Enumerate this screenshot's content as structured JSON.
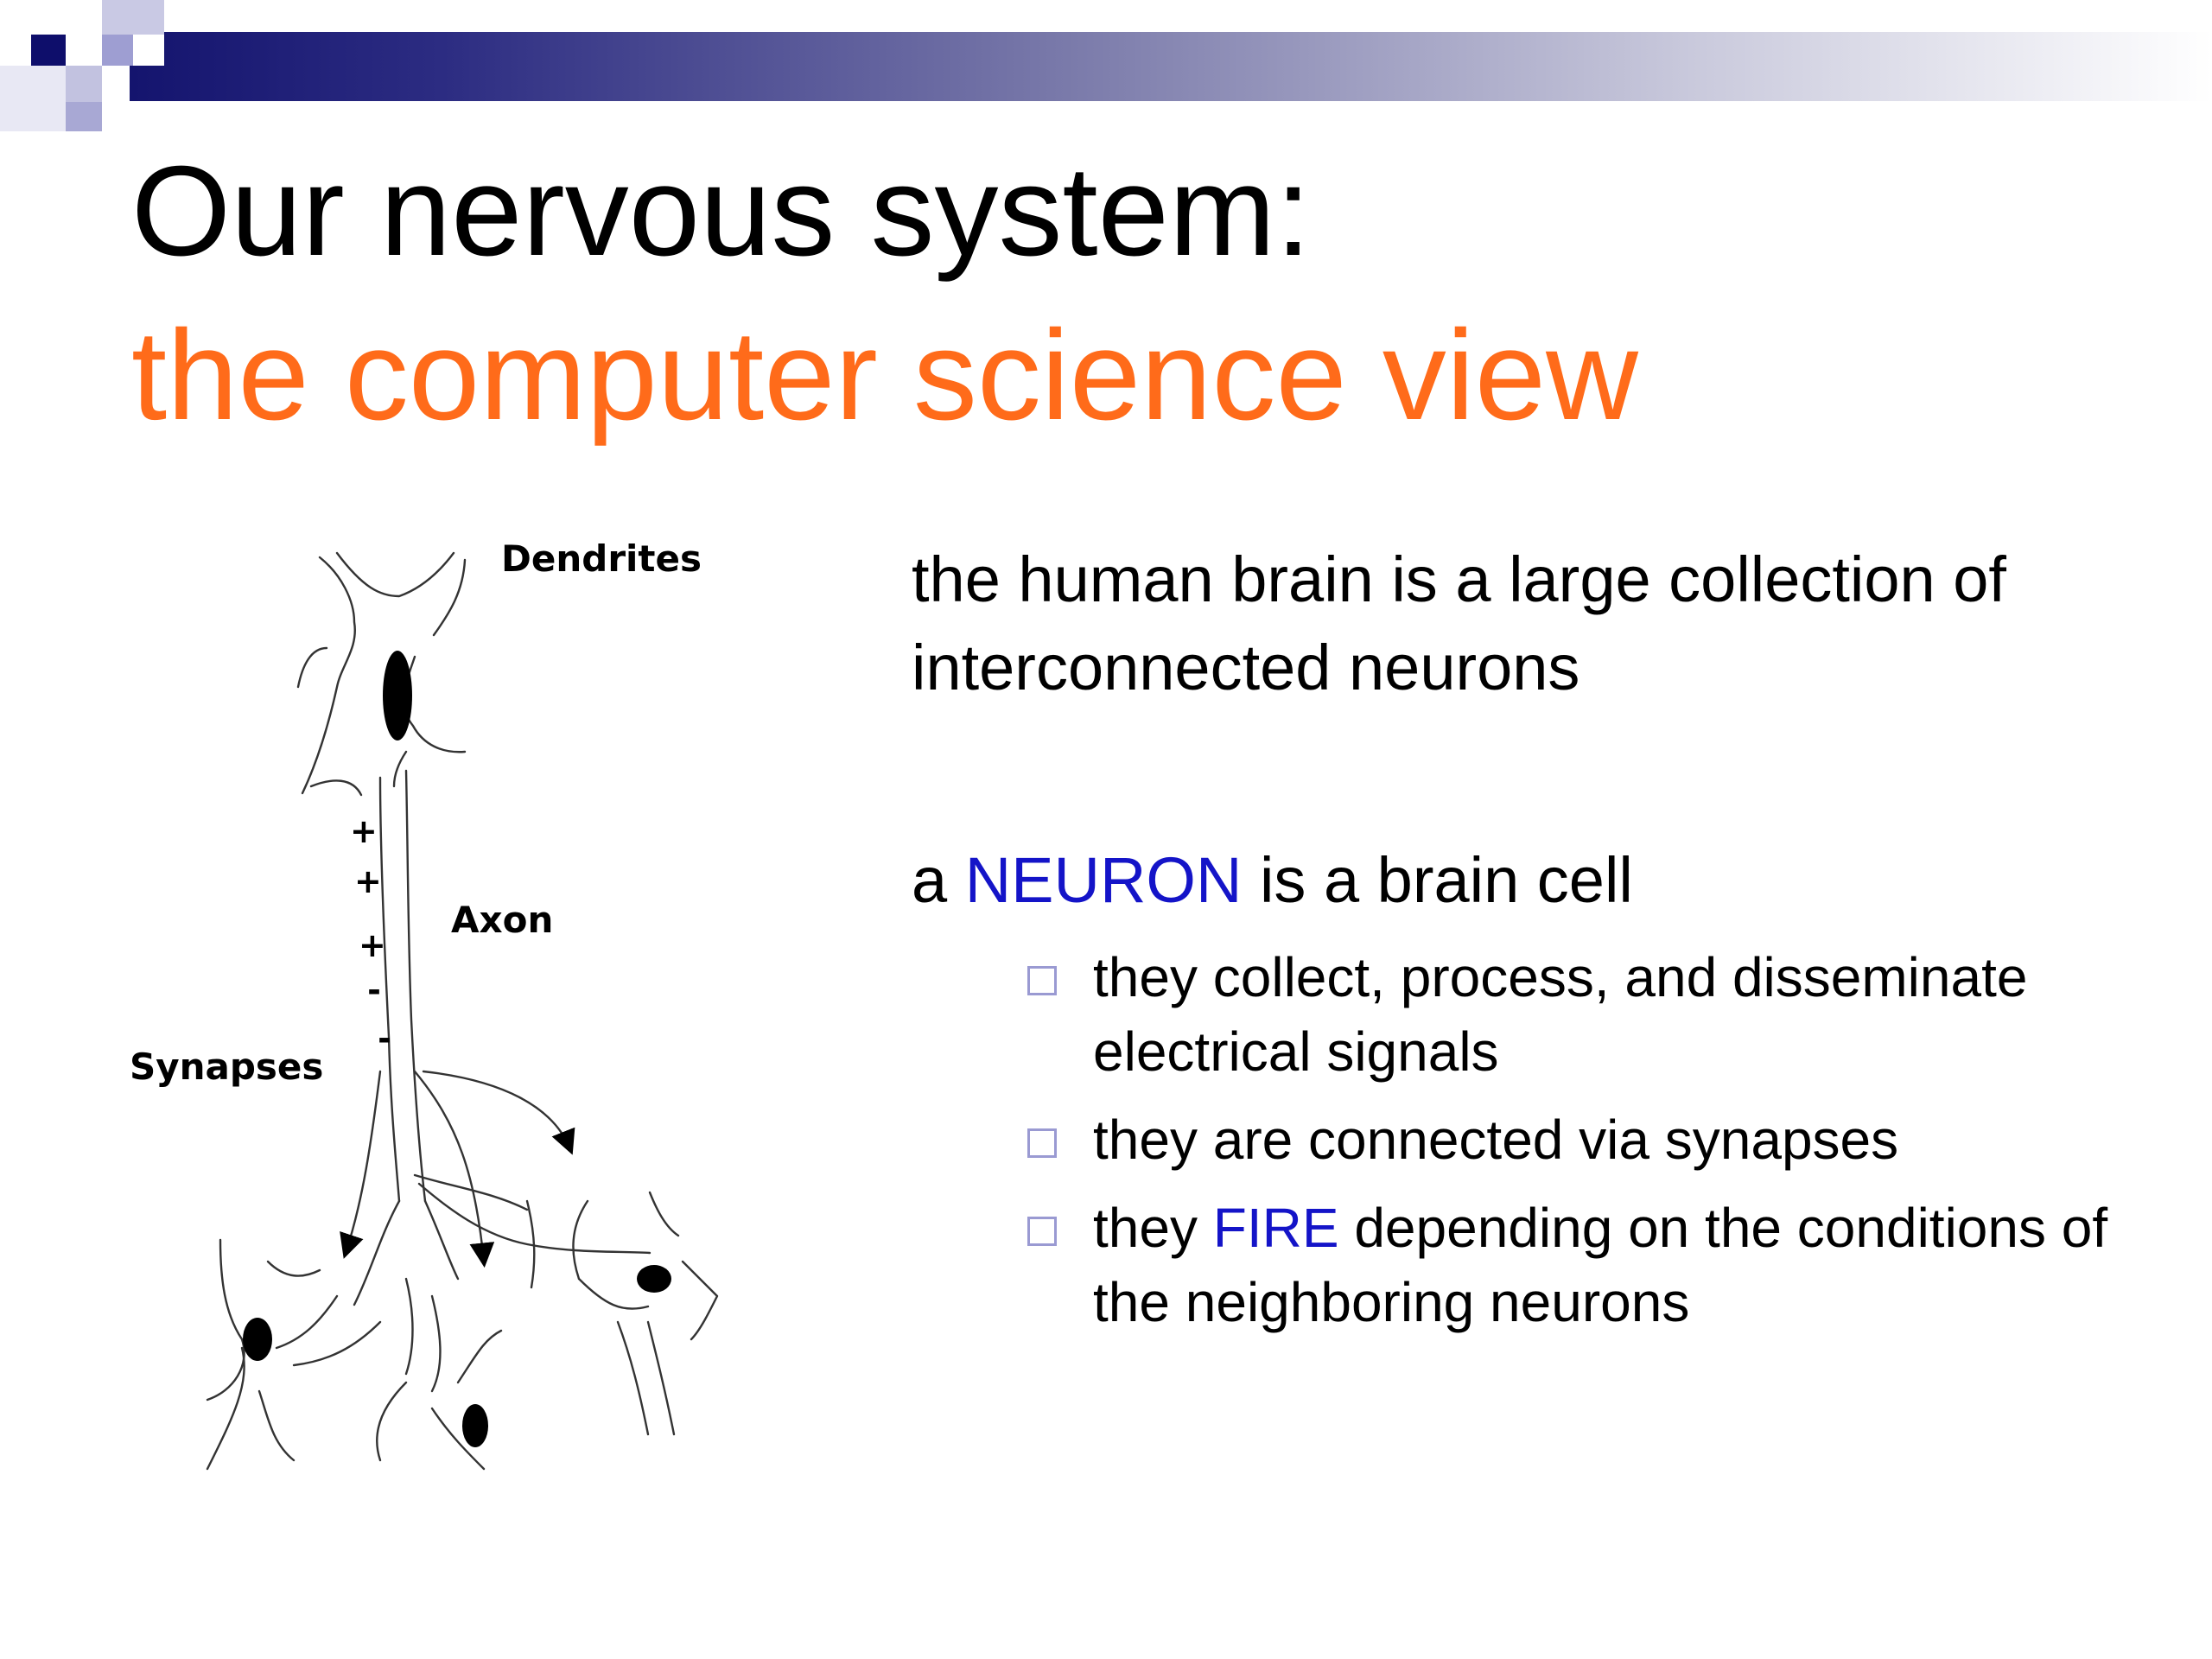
{
  "colors": {
    "title_accent": "#ff6b1a",
    "keyword": "#1414c8",
    "header_bar_dark": "#14146e",
    "bullet_square": "#9a9ad2"
  },
  "title": {
    "line1": "Our nervous system:",
    "line2": "the computer science view"
  },
  "diagram": {
    "labels": {
      "dendrites": "Dendrites",
      "axon": "Axon",
      "synapses": "Synapses"
    },
    "charges": [
      "+",
      "+",
      "+",
      "-",
      "-"
    ]
  },
  "body": {
    "paragraph1": "the human brain is a large collection of interconnected neurons",
    "paragraph2": {
      "prefix": "a ",
      "keyword": "NEURON",
      "suffix": " is a brain cell"
    },
    "bullets": [
      {
        "icon": "hollow-square-icon",
        "text": "they collect, process, and disseminate electrical signals"
      },
      {
        "icon": "hollow-square-icon",
        "text": "they are connected via synapses"
      },
      {
        "icon": "hollow-square-icon",
        "prefix": "they ",
        "keyword": "FIRE",
        "suffix": " depending on the conditions of the neighboring neurons"
      }
    ]
  }
}
